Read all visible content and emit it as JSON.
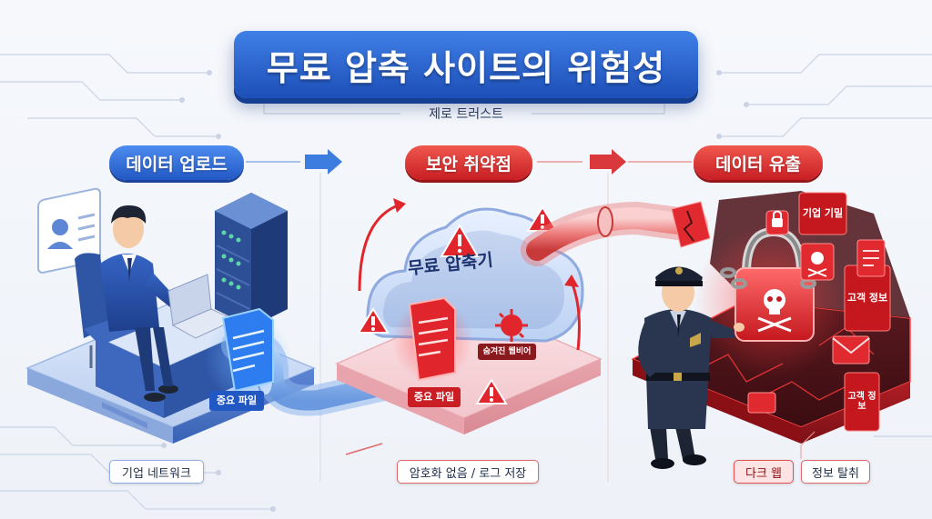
{
  "title": "무료 압축 사이트의 위험성",
  "subtitle": "제로 트러스트",
  "steps": [
    {
      "label": "데이터 업로드"
    },
    {
      "label": "보안 취약점"
    },
    {
      "label": "데이터 유출"
    }
  ],
  "stage1": {
    "file_label": "중요 파일",
    "bottom_tag": "기업 네트워크"
  },
  "stage2": {
    "cloud_label": "무료 압축기",
    "file_label": "중요 파일",
    "hidden_label": "숨겨진 웹비어",
    "bottom_tag": "암호화 없음 / 로그 저장"
  },
  "stage3": {
    "card_secret": "기업 기밀",
    "card_customer": "고객 정보",
    "card_customer2": "고객 정보",
    "tag_dark_web": "다크 웹",
    "tag_theft": "정보 탈취"
  },
  "colors": {
    "blue": "#2258c4",
    "red": "#c81e24",
    "background": "#f1f4fa"
  },
  "icons": [
    "server-rack-icon",
    "laptop-icon",
    "document-icon",
    "warning-icon",
    "cloud-icon",
    "padlock-icon",
    "skull-icon",
    "virus-icon",
    "envelope-icon",
    "arrow-right-icon"
  ]
}
